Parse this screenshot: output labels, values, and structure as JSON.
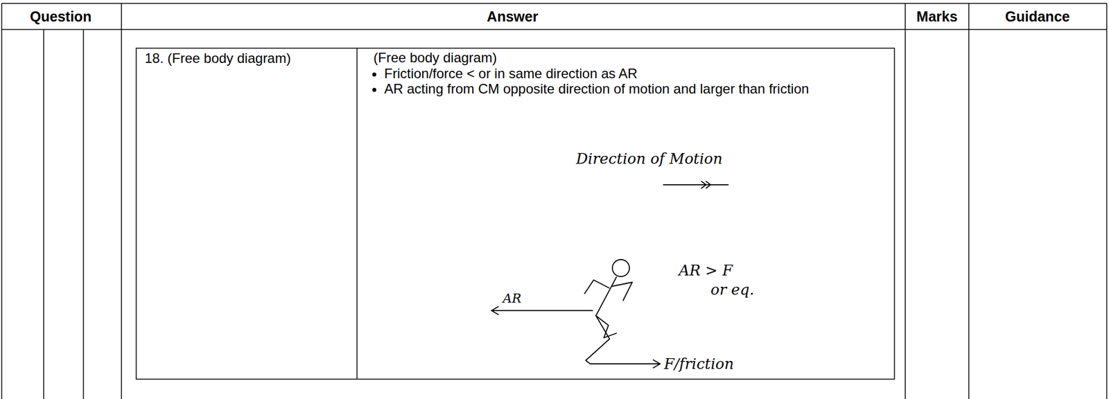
{
  "diagram": {
    "labels": [
      "Question",
      "Answer",
      "Marks",
      "Guidance",
      "18. (Free body diagram)",
      "(Free body diagram)",
      "Friction/force < or in same direction as AR",
      "AR acting from CM opposite direction of motion and larger than friction",
      "Direction of Motion",
      "AR",
      "AR > F",
      "or eq.",
      "F/friction"
    ]
  }
}
